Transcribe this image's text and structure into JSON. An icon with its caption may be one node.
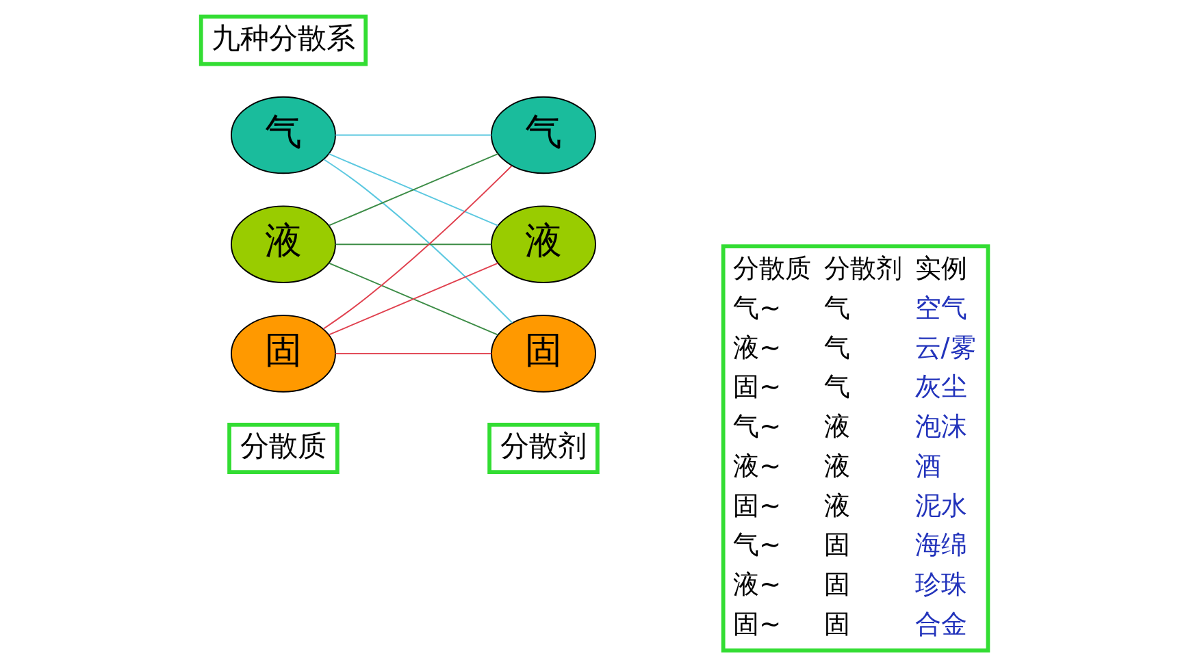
{
  "diagram": {
    "nodes": [
      {
        "text": [
          "分散质"
        ]
      },
      {
        "text": [
          "分散剂"
        ]
      },
      {
        "text": [
          "气"
        ]
      },
      {
        "text": [
          "液"
        ]
      },
      {
        "text": [
          "固"
        ]
      },
      {
        "text": [
          "气"
        ]
      },
      {
        "text": [
          "液"
        ]
      },
      {
        "text": [
          "固"
        ]
      },
      {
        "text": [
          "九种分散系"
        ]
      },
      {
        "text": [
          "分散质",
          "分散剂",
          "实例",
          "气~",
          "气",
          "空气",
          "液~",
          "气",
          "云/雾",
          "固~",
          "气",
          "灰尘",
          "气~",
          "液",
          "泡沫",
          "液~",
          "液",
          "酒",
          "固~",
          "液",
          "泥水",
          "气~",
          "固",
          "海绵",
          "液~",
          "固",
          "珍珠",
          "固~",
          "固",
          "合金"
        ]
      }
    ],
    "edges": [
      {
        "from": 2,
        "to": 5,
        "arrow": "none",
        "color": "#5bc8e0"
      },
      {
        "from": 2,
        "to": 6,
        "arrow": "none",
        "color": "#5bc8e0"
      },
      {
        "from": 2,
        "to": 7,
        "arrow": "none",
        "color": "#5bc8e0"
      },
      {
        "from": 3,
        "to": 5,
        "arrow": "none",
        "color": "#3c8c46"
      },
      {
        "from": 3,
        "to": 6,
        "arrow": "none",
        "color": "#3c8c46"
      },
      {
        "from": 3,
        "to": 7,
        "arrow": "none",
        "color": "#3c8c46"
      },
      {
        "from": 4,
        "to": 5,
        "arrow": "none",
        "color": "#e0404e"
      },
      {
        "from": 4,
        "to": 6,
        "arrow": "none",
        "color": "#e0404e"
      },
      {
        "from": 4,
        "to": 7,
        "arrow": "none",
        "color": "#e0404e"
      }
    ]
  }
}
